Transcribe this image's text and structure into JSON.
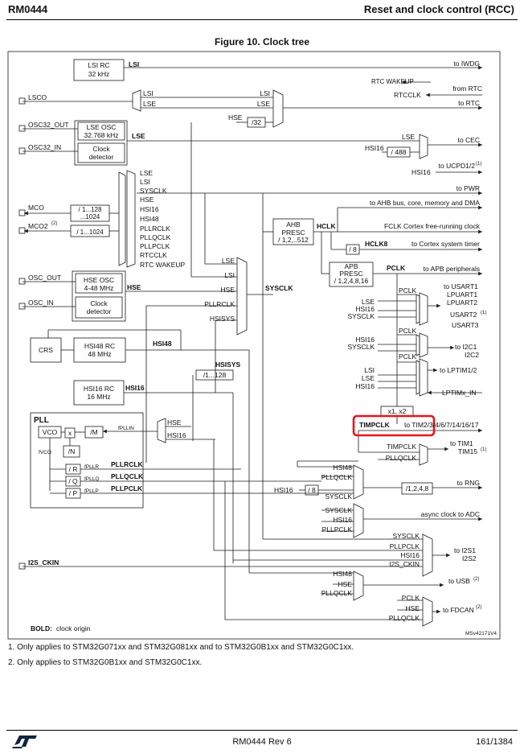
{
  "header": {
    "doc_id": "RM0444",
    "section": "Reset and clock control (RCC)"
  },
  "figure_title": "Figure 10. Clock tree",
  "diagram": {
    "blocks": {
      "lsi_rc": [
        "LSI RC",
        "32 kHz"
      ],
      "lse_osc": [
        "LSE OSC",
        "32.768 kHz"
      ],
      "lse_detector": [
        "Clock",
        "detector"
      ],
      "mco_div": "/ 1...128",
      "mco_div_tail": "...1024",
      "mco2_div": "/ 1...1024",
      "hse_osc": [
        "HSE OSC",
        "4-48 MHz"
      ],
      "hse_detector": [
        "Clock",
        "detector"
      ],
      "crs": "CRS",
      "hsi48_rc": [
        "HSI48 RC",
        "48 MHz"
      ],
      "hsi16_rc": [
        "HSI16 RC",
        "16 MHz"
      ],
      "ahb_presc": [
        "AHB",
        "PRESC",
        "/ 1,2,..512"
      ],
      "apb_presc": [
        "APB",
        "PRESC",
        "/ 1,2,4,8,16"
      ],
      "div32": "/32",
      "div488": "/ 488",
      "div8a": "/ 8",
      "div8b": "/ 8",
      "hsisys_div": "/1...128",
      "x1x2": "x1, x2",
      "rng_div": "/1,2,4,8",
      "pll_title": "PLL",
      "vco": "VCO",
      "x": "x",
      "pll_m": "/M",
      "pll_n": "/N",
      "pll_r": "/ R",
      "pll_q": "/ Q",
      "pll_p": "/ P",
      "f_vco": "fVCO",
      "f_pllin": "fPLLIN",
      "f_pllr": "fPLLR",
      "f_pllq": "fPLLQ",
      "f_pllp": "fPLLP"
    },
    "pins": {
      "lsco": "LSCO",
      "osc32_out": "OSC32_OUT",
      "osc32_in": "OSC32_IN",
      "mco": "MCO",
      "mco2": "MCO2",
      "osc_out": "OSC_OUT",
      "osc_in": "OSC_IN",
      "i2s_ckin": "I2S_CKIN"
    },
    "signals": {
      "lsi": "LSI",
      "lse": "LSE",
      "hse": "HSE",
      "hsi16": "HSI16",
      "hsi48": "HSI48",
      "sysclk": "SYSCLK",
      "hsisys": "HSISYS",
      "hclk": "HCLK",
      "hclk8": "HCLK8",
      "pclk": "PCLK",
      "timpclk": "TIMPCLK",
      "pllrclk": "PLLRCLK",
      "pllqclk": "PLLQCLK",
      "pllpclk": "PLLPCLK",
      "rtcclk": "RTCCLK",
      "rtc_wakeup": "RTC WAKEUP",
      "i2s_ckin": "I2S_CKIN",
      "sup2": "(2)",
      "sup1": "(1)"
    },
    "mco_inputs": [
      "LSE",
      "LSI",
      "SYSCLK",
      "HSE",
      "HSI16",
      "HSI48",
      "PLLRCLK",
      "PLLQCLK",
      "PLLPCLK",
      "RTCCLK",
      "RTC WAKEUP"
    ],
    "outputs": {
      "iwdg": "to IWDG",
      "from_rtc": "from RTC",
      "rtc": "to RTC",
      "cec": "to CEC",
      "ucpd": "to UCPD1/2",
      "pwr": "to PWR",
      "ahb": "to AHB bus, core, memory and DMA",
      "fclk": "FCLK Cortex free-running clock",
      "systimer": "to Cortex system timer",
      "apb": "to APB peripherals",
      "usart": [
        "to USART1",
        "LPUART1",
        "LPUART2",
        "USART2",
        "USART3"
      ],
      "i2c": [
        "to I2C1",
        "I2C2"
      ],
      "lptim": "to LPTIM1/2",
      "lptim_in": "LPTIMx_IN",
      "tim": "to TIM2/3/4/6/7/14/16/17",
      "tim1": [
        "to TIM1",
        "TIM15"
      ],
      "rng": "to RNG",
      "adc": "async clock to ADC",
      "i2s": [
        "to I2S1",
        "I2S2"
      ],
      "usb": "to USB",
      "fdcan": "to FDCAN"
    },
    "legend_bold": "BOLD:",
    "legend_text": "clock origin",
    "diagram_code": "MSv42171V4"
  },
  "footnotes": [
    "1.  Only applies to STM32G071xx and STM32G081xx and to STM32G0B1xx and STM32G0C1xx.",
    "2.  Only applies to STM32G0B1xx and STM32G0C1xx."
  ],
  "footer": {
    "doc": "RM0444 Rev 6",
    "page": "161/1384",
    "logo": "ST"
  },
  "colors": {
    "highlight": "#e8141d",
    "line": "#1a1a1a"
  }
}
